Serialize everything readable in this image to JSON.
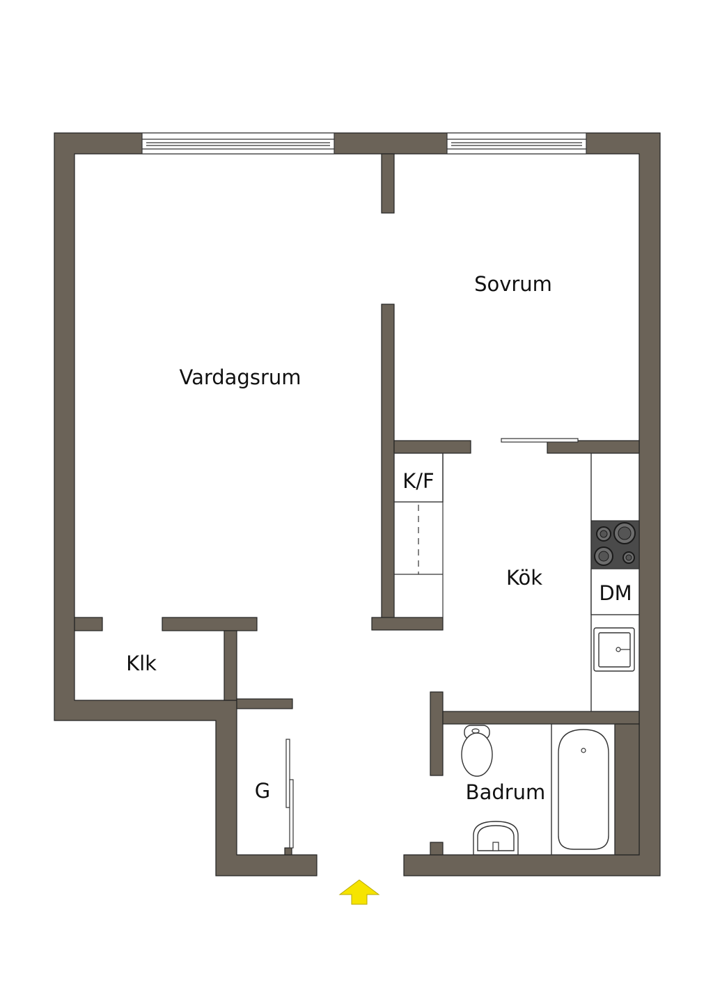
{
  "plan": {
    "rooms": {
      "living": "Vardagsrum",
      "bedroom": "Sovrum",
      "kitchen": "Kök",
      "closet": "Klk",
      "wardrobe": "G",
      "bathroom": "Badrum"
    },
    "fixtures": {
      "fridge_freezer": "K/F",
      "dishwasher": "DM"
    },
    "colors": {
      "wall": "#6b6358",
      "entrance_arrow": "#f6e400"
    }
  }
}
